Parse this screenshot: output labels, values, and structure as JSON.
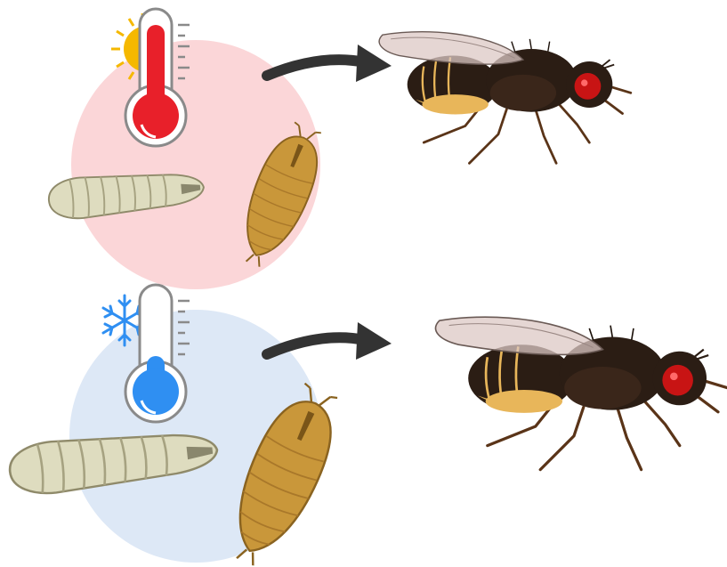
{
  "panels": [
    {
      "condition": "warm",
      "weather_icon": "sun-icon",
      "thermometer_fill": "#e8202a",
      "thermometer_level": 0.85,
      "circle_color": "#fbd6d8",
      "stage_colors": {
        "larva": "#dedcbf",
        "pupa": "#c9973a"
      },
      "result": "small-adult-fly"
    },
    {
      "condition": "cold",
      "weather_icon": "snowflake-icon",
      "thermometer_fill": "#2f8ff2",
      "thermometer_level": 0.3,
      "circle_color": "#dde8f6",
      "stage_colors": {
        "larva": "#dedcbf",
        "pupa": "#c9973a"
      },
      "result": "large-adult-fly"
    }
  ],
  "colors": {
    "arrow": "#333333",
    "sun": "#f5b800",
    "fly_body": "#2b1d14",
    "fly_eye": "#c81414",
    "fly_abdomen_band": "#e8b65a",
    "fly_wing": "#dcc8c4"
  }
}
